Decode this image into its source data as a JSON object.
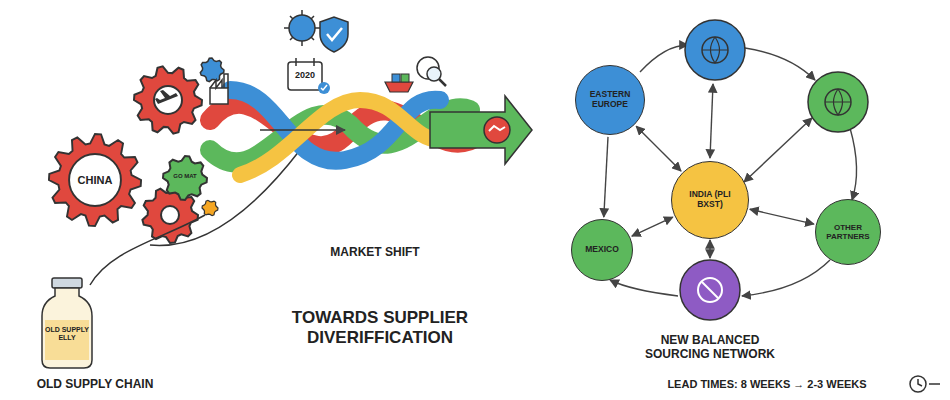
{
  "diagram": {
    "title": "TOWARDS SUPPLIER DIVERIFFICATION",
    "nodes": [
      {
        "text": [
          "CHINA"
        ]
      },
      {
        "text": [
          "EASTERN EUROPE"
        ]
      },
      {
        "text": [
          "INDIA (PLI BXST)"
        ]
      },
      {
        "text": [
          "MEXICO"
        ]
      },
      {
        "text": [
          "OTHER PARTNERS"
        ]
      }
    ],
    "edges": [
      {
        "from": 2,
        "to": 1,
        "arrow": "both"
      },
      {
        "from": 2,
        "to": 3,
        "arrow": "both"
      },
      {
        "from": 2,
        "to": 4,
        "arrow": "both"
      },
      {
        "from": 1,
        "to": 3,
        "arrow": "to"
      }
    ],
    "labels": [
      "GO MAT",
      "2020",
      "OLD SUPPLY ELLY",
      "OLD SUPPLY CHAIN",
      "MARKET SHIFT",
      "NEW BALANCED SOURCING NETWORK",
      "LEAD TIMES: 8 WEEKS → 2-3 WEEKS"
    ]
  }
}
